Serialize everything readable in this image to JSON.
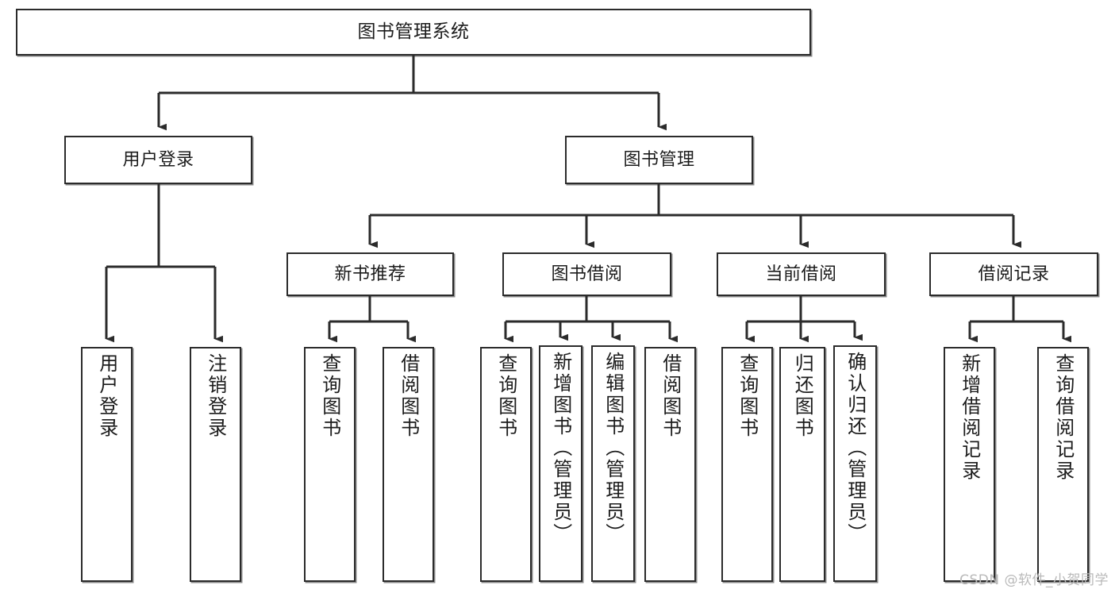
{
  "diagram": {
    "title": "图书管理系统",
    "type": "tree-hierarchy-chart",
    "line_color": "#2b2b2b",
    "box_fill": "#ffffff",
    "text_color": "#1c1c1c"
  },
  "nodes": {
    "root": {
      "label": "图书管理系统"
    },
    "level1": [
      {
        "id": "user-login",
        "label": "用户登录"
      },
      {
        "id": "book-management",
        "label": "图书管理"
      }
    ],
    "level2": [
      {
        "id": "new-book-recommend",
        "label": "新书推荐"
      },
      {
        "id": "book-borrow",
        "label": "图书借阅"
      },
      {
        "id": "current-borrow",
        "label": "当前借阅"
      },
      {
        "id": "borrow-record",
        "label": "借阅记录"
      }
    ],
    "leaves": {
      "user_login": [
        {
          "id": "leaf-user-login",
          "label": "用户登录"
        },
        {
          "id": "leaf-user-logout",
          "label": "注销登录"
        }
      ],
      "new_book_recommend": [
        {
          "id": "leaf-query-book-1",
          "label": "查询图书"
        },
        {
          "id": "leaf-borrow-book-1",
          "label": "借阅图书"
        }
      ],
      "book_borrow": [
        {
          "id": "leaf-query-book-2",
          "label": "查询图书"
        },
        {
          "id": "leaf-add-book",
          "label": "新增图书（管理员）"
        },
        {
          "id": "leaf-edit-book",
          "label": "编辑图书（管理员）"
        },
        {
          "id": "leaf-borrow-book-2",
          "label": "借阅图书"
        }
      ],
      "current_borrow": [
        {
          "id": "leaf-query-book-3",
          "label": "查询图书"
        },
        {
          "id": "leaf-return-book",
          "label": "归还图书"
        },
        {
          "id": "leaf-confirm-return",
          "label": "确认归还（管理员）"
        }
      ],
      "borrow_record": [
        {
          "id": "leaf-add-record",
          "label": "新增借阅记录"
        },
        {
          "id": "leaf-query-record",
          "label": "查询借阅记录"
        }
      ]
    }
  },
  "watermark": {
    "text": "CSDN @软件_小贺同学"
  }
}
